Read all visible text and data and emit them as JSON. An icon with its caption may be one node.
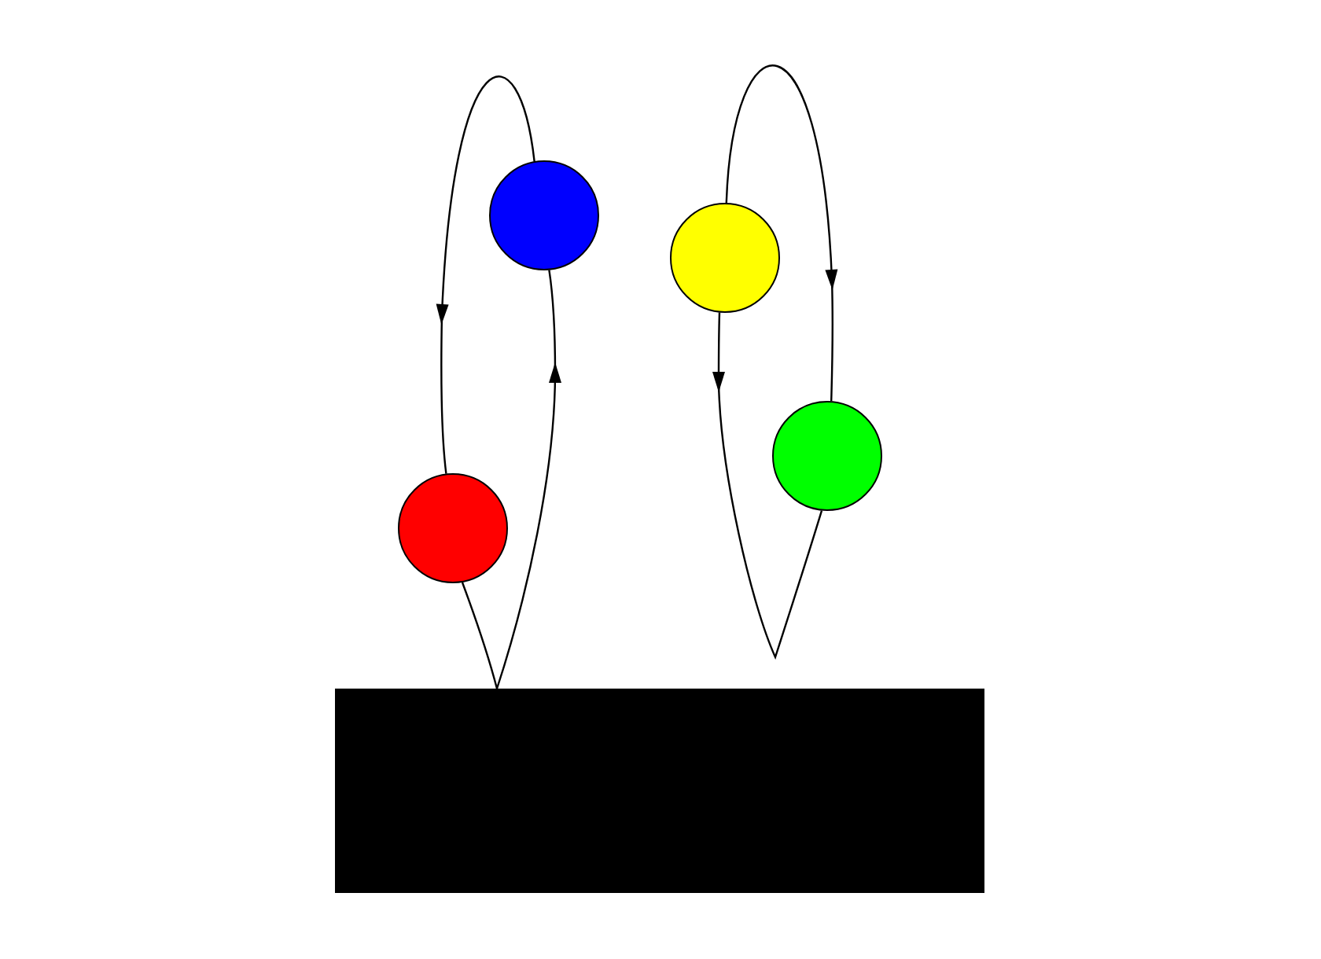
{
  "diagram": {
    "nodes": [
      {
        "text": [],
        "shape": "circle"
      },
      {
        "text": [],
        "shape": "circle"
      },
      {
        "text": [],
        "shape": "circle"
      },
      {
        "text": [],
        "shape": "circle"
      },
      {
        "text": [],
        "shape": "box"
      }
    ],
    "edges": [
      {
        "from": 4,
        "to": 0,
        "arrow": "to"
      },
      {
        "from": 0,
        "to": 3,
        "arrow": "to"
      },
      {
        "from": 3,
        "to": 4,
        "arrow": "none"
      },
      {
        "from": 1,
        "to": 2,
        "arrow": "to"
      },
      {
        "from": 1,
        "to": 2,
        "arrow": "to"
      }
    ]
  }
}
